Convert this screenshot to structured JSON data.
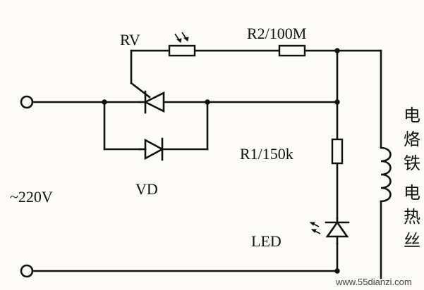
{
  "labels": {
    "rv": "RV",
    "r2": "R2/100M",
    "r1": "R1/150k",
    "vd": "VD",
    "voltage": "~220V",
    "led": "LED"
  },
  "load_label": [
    "电",
    "烙",
    "铁",
    "电",
    "热",
    "丝"
  ],
  "watermark": "www.55dianzi.com",
  "colors": {
    "ink": "#111111",
    "paper": "#fcfbf7"
  }
}
